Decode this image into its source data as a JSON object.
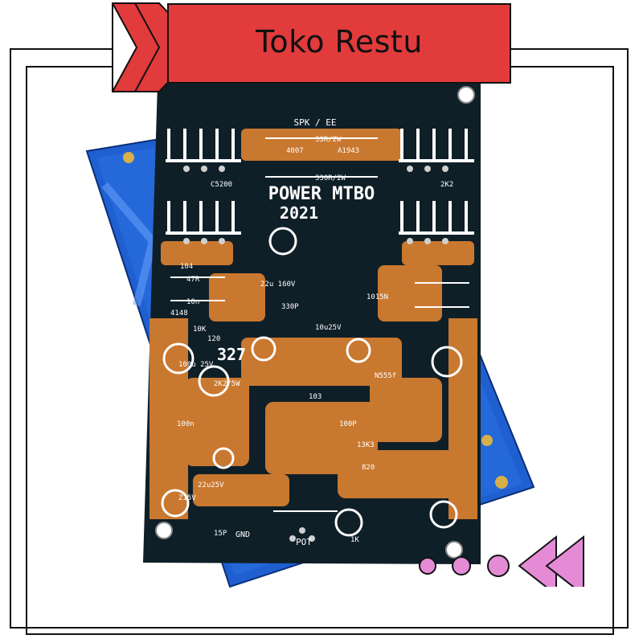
{
  "store": {
    "name": "Toko Restu"
  },
  "board": {
    "title_line1": "POWER MTBO",
    "title_line2": "2021",
    "model_number": "327",
    "connector_top": "SPK / EE",
    "pot_label": "POT",
    "gnd_label": "GND",
    "silk_labels": [
      "33R/2W",
      "330R/2W",
      "4007",
      "A1943",
      "C5200",
      "2K2",
      "47R",
      "10n",
      "104",
      "4148",
      "10K",
      "120",
      "22u 160V",
      "100u 25V",
      "2K2/5W",
      "100n",
      "22u25V",
      "Z15V",
      "15P",
      "103",
      "100P",
      "13K3",
      "820",
      "N555f",
      "1015N",
      "330P",
      "10u25V",
      "1K"
    ]
  },
  "colors": {
    "title_bg": "#e23b3b",
    "chevron_red": "#e23b3b",
    "chevron_pink": "#e58bd6",
    "board_copper": "#c9782f",
    "board_mask": "#0f1f28",
    "board_blue": "#1f5fd0"
  }
}
